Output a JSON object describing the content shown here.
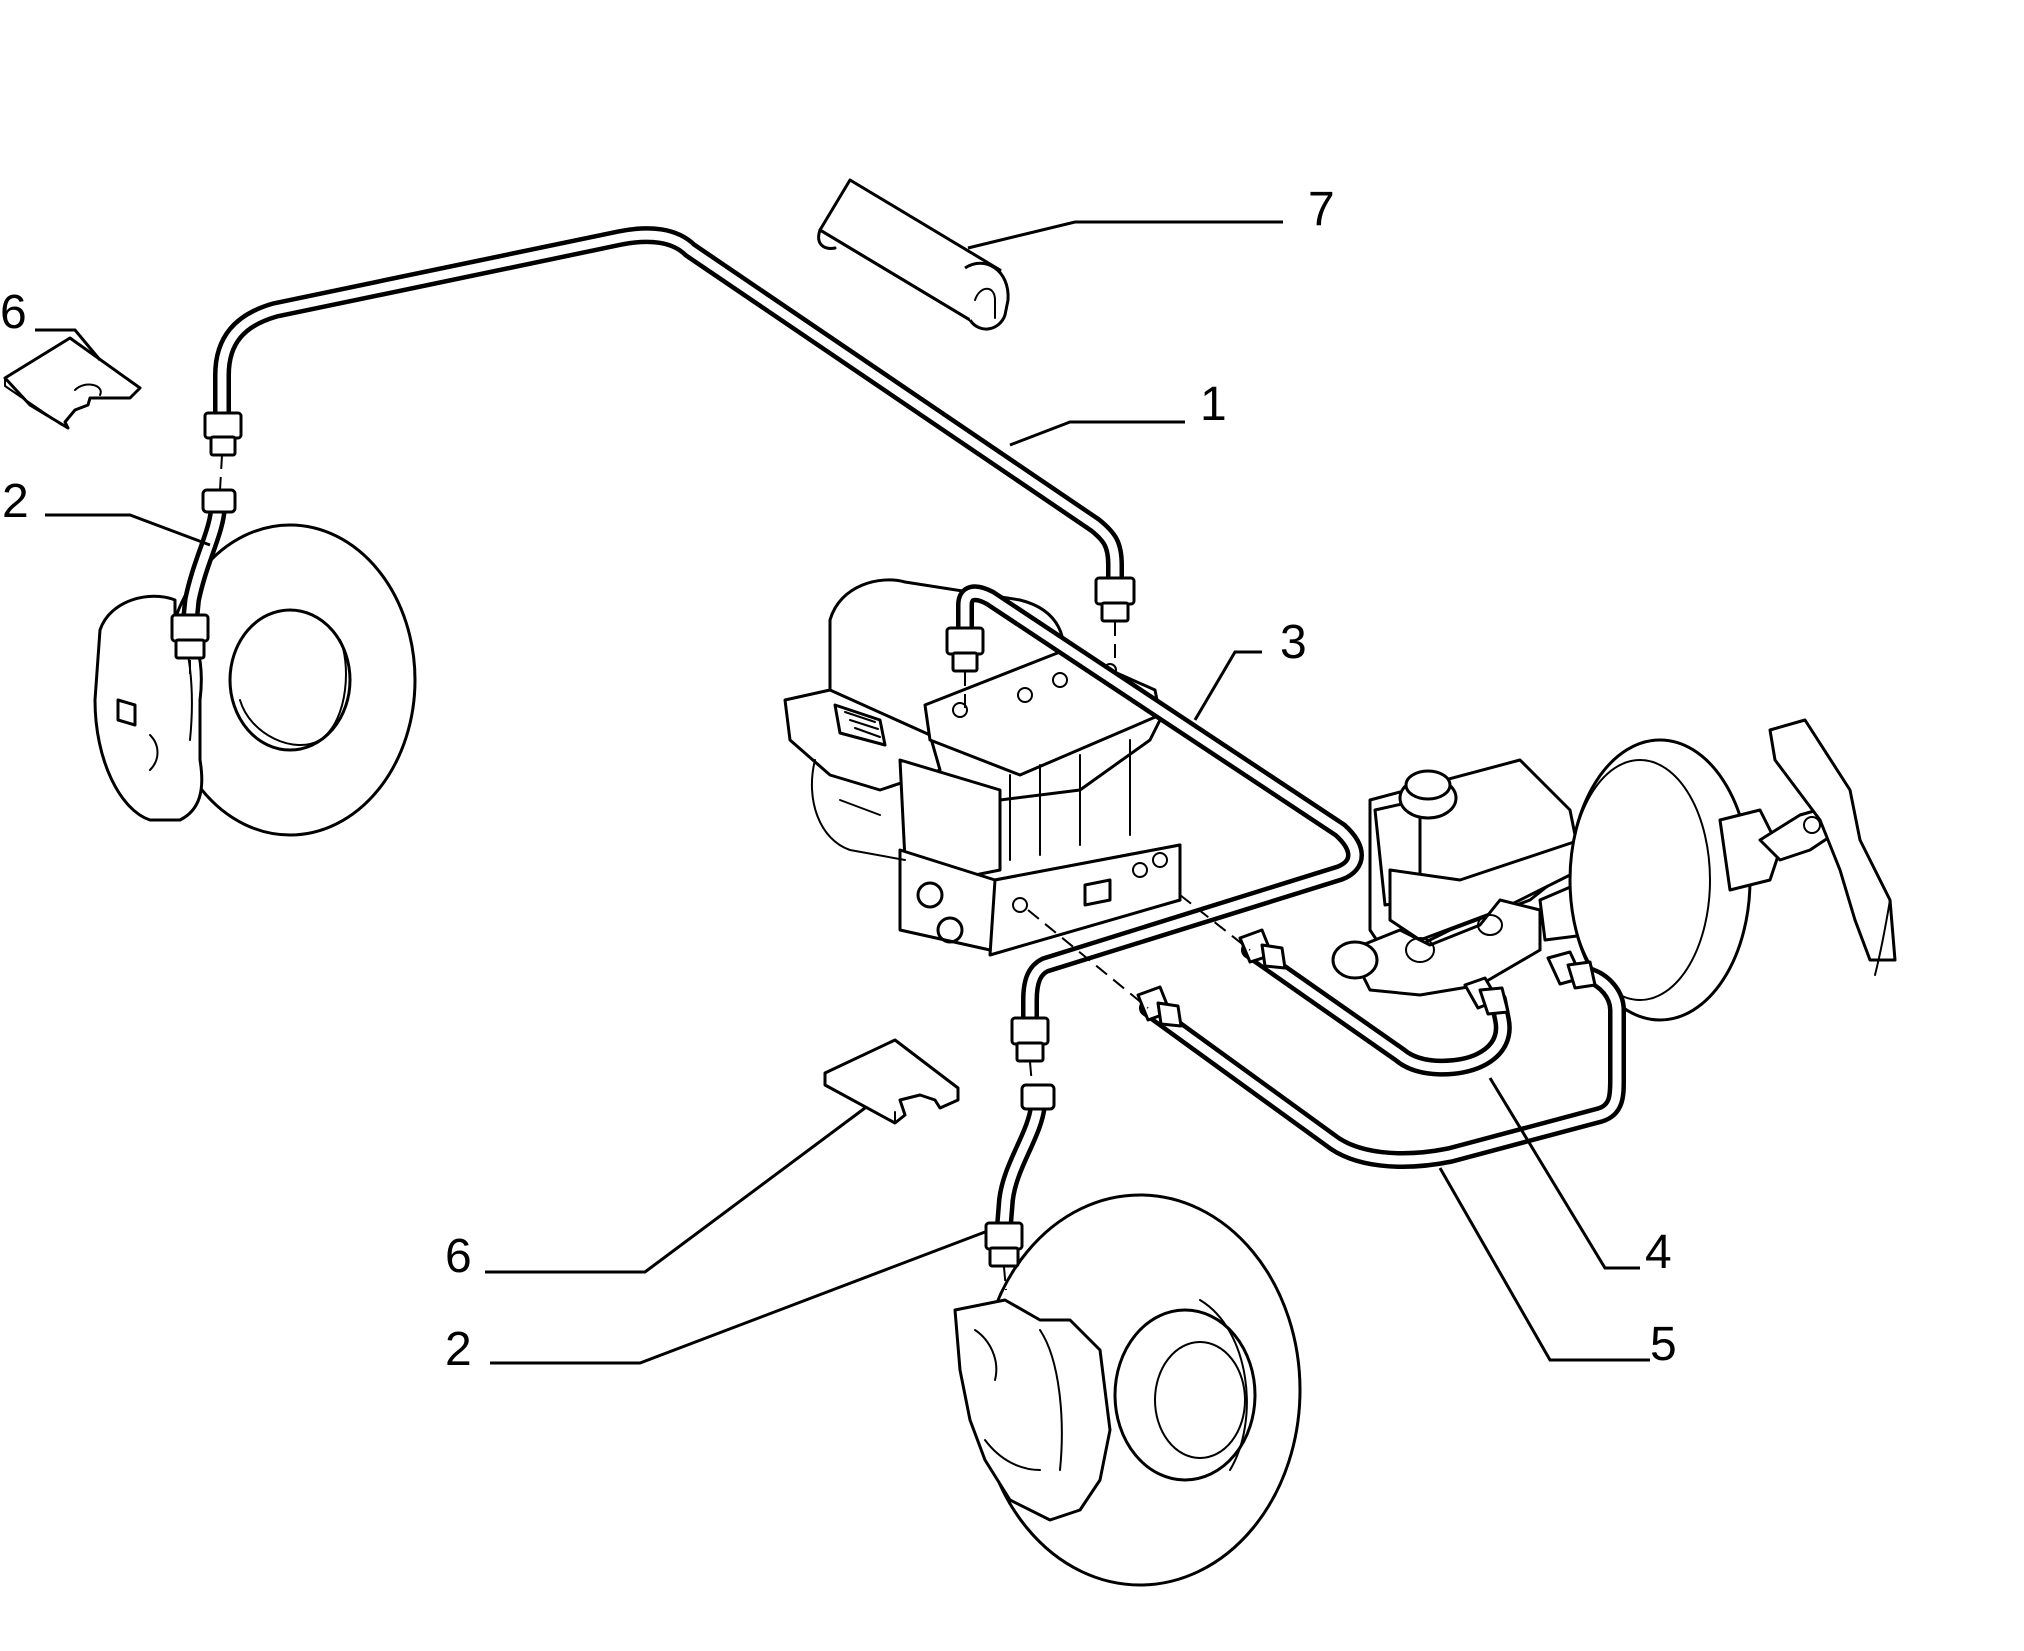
{
  "callouts": [
    {
      "id": "callout-7",
      "text": "7"
    },
    {
      "id": "callout-6-top",
      "text": "6"
    },
    {
      "id": "callout-1",
      "text": "1"
    },
    {
      "id": "callout-2-top",
      "text": "2"
    },
    {
      "id": "callout-3",
      "text": "3"
    },
    {
      "id": "callout-4",
      "text": "4"
    },
    {
      "id": "callout-6-bottom",
      "text": "6"
    },
    {
      "id": "callout-2-bottom",
      "text": "2"
    },
    {
      "id": "callout-5",
      "text": "5"
    }
  ]
}
